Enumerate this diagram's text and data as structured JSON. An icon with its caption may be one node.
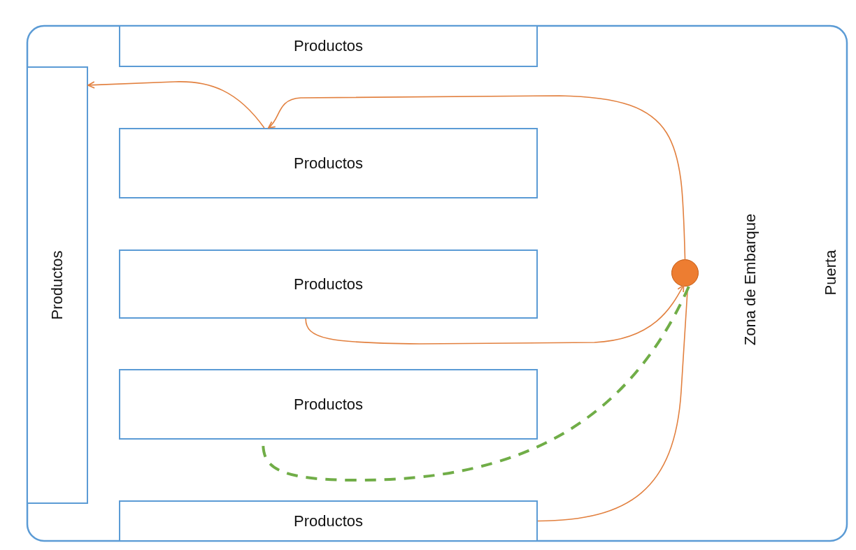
{
  "diagram": {
    "nodes": [
      {
        "text": [
          "Productos"
        ]
      },
      {
        "text": [
          "Productos"
        ]
      },
      {
        "text": [
          "Productos"
        ]
      },
      {
        "text": [
          "Productos"
        ]
      },
      {
        "text": [
          "Productos"
        ]
      },
      {
        "text": [
          "Productos"
        ]
      },
      {
        "text": [],
        "shape": "circle"
      }
    ],
    "edges": [
      {
        "from": 5,
        "to": 6,
        "arrow": "none"
      },
      {
        "from": 3,
        "to": 6,
        "arrow": "to"
      },
      {
        "from": 6,
        "to": 2,
        "arrow": "to"
      },
      {
        "from": 2,
        "to": 1,
        "arrow": "to"
      },
      {
        "from": 6,
        "to": 4,
        "arrow": "none",
        "style": "dashed",
        "color": "#70ad47"
      }
    ],
    "labels": [
      "Zona de Embarque",
      "Puerta"
    ]
  }
}
